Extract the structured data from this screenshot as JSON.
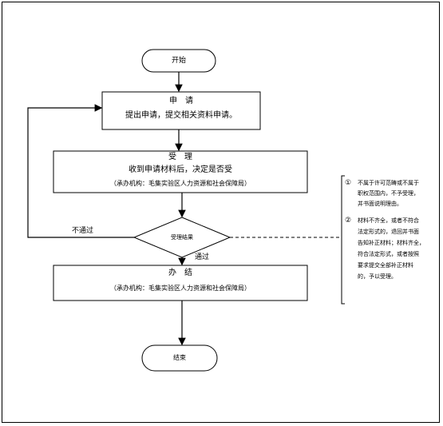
{
  "flow": {
    "start": "开始",
    "apply_title": "申　请",
    "apply_desc": "提出申请，提交相关资料申请。",
    "accept_title": "受　理",
    "accept_desc": "收到申请材料后，决定是否受",
    "accept_org": "（承办机构：毛集实验区人力资源和社会保障局）",
    "decision": "受理结果",
    "fail_label": "不通过",
    "pass_label": "通过",
    "finish_title": "办　结",
    "finish_org": "（承办机构：毛集实验区人力资源和社会保障局）",
    "end": "结束"
  },
  "notes": {
    "item1_num": "①",
    "item1_lines": [
      "不属于许可范畴或不属于",
      "职权范围内，不予受理，",
      "并书面说明理由。"
    ],
    "item2_num": "②",
    "item2_lines": [
      "材料不齐全，或者不符合",
      "法定形式的，退回并书面",
      "告知补正材料；材料齐全，",
      "符合法定形式，或者按照",
      "要求提交全部补正材料",
      "的，予以受理。"
    ]
  }
}
